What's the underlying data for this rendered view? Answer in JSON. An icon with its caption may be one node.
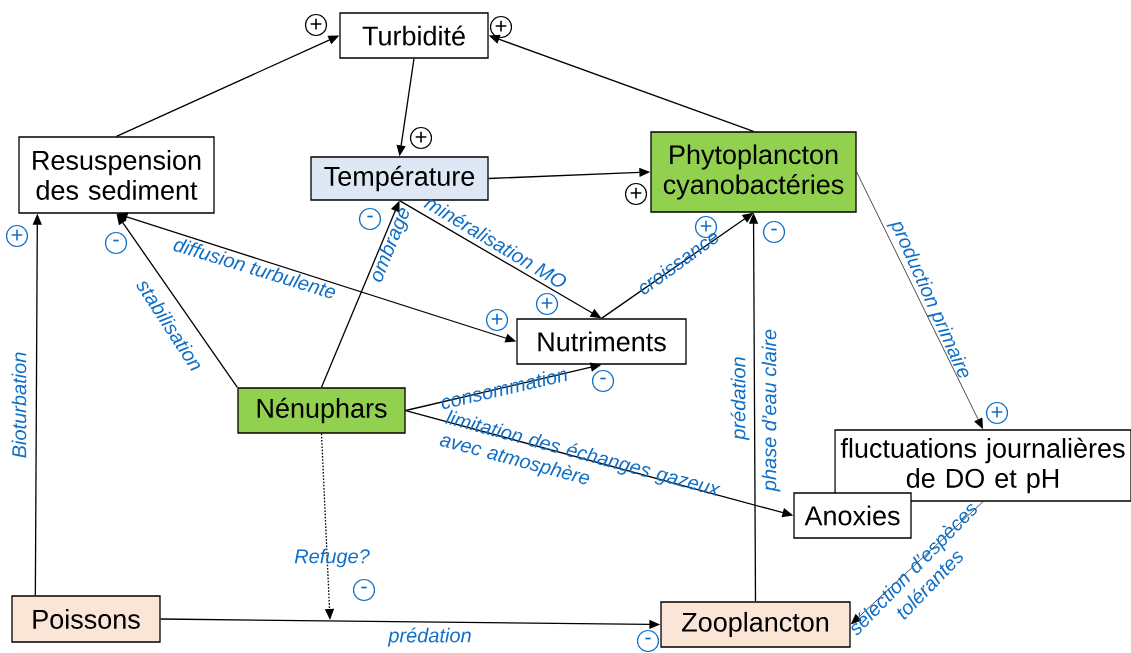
{
  "diagram": {
    "nodes": [
      {
        "text": [
          "Turbidité"
        ]
      },
      {
        "text": [
          "Resuspension des sediment"
        ]
      },
      {
        "text": [
          "Température"
        ]
      },
      {
        "text": [
          "Phytoplancton cyanobactéries"
        ]
      },
      {
        "text": [
          "Nutriments"
        ]
      },
      {
        "text": [
          "Nénuphars"
        ]
      },
      {
        "text": [
          "fluctuations journalières de DO et pH"
        ]
      },
      {
        "text": [
          "Anoxies"
        ]
      },
      {
        "text": [
          "Poissons"
        ]
      },
      {
        "text": [
          "Zooplancton"
        ]
      }
    ],
    "edges": [
      {
        "from": 1,
        "to": 0,
        "arrow": "to"
      },
      {
        "from": 3,
        "to": 0,
        "arrow": "to"
      },
      {
        "from": 0,
        "to": 2,
        "arrow": "to"
      },
      {
        "from": 2,
        "to": 3,
        "arrow": "to"
      },
      {
        "from": 5,
        "to": 1,
        "arrow": "to",
        "label": "stabilisation"
      },
      {
        "from": 4,
        "to": 1,
        "arrow": "both",
        "label": "diffusion turbulente"
      },
      {
        "from": 5,
        "to": 2,
        "arrow": "to",
        "label": "ombrage"
      },
      {
        "from": 2,
        "to": 4,
        "arrow": "to",
        "label": "minéralisation MO"
      },
      {
        "from": 4,
        "to": 3,
        "arrow": "to",
        "label": "croissance"
      },
      {
        "from": 5,
        "to": 4,
        "arrow": "to",
        "label": "consommation"
      },
      {
        "from": 5,
        "to": 7,
        "arrow": "to",
        "label": "limitation des échanges gazeux avec atmosphère"
      },
      {
        "from": 9,
        "to": 3,
        "arrow": "to",
        "label": "prédation"
      },
      {
        "from": 3,
        "to": 6,
        "arrow": "to",
        "label": "production primaire"
      },
      {
        "from": 6,
        "to": 9,
        "arrow": "to",
        "label": "sélection d’espèces tolérantes"
      },
      {
        "from": 8,
        "to": 9,
        "arrow": "to",
        "label": "prédation"
      },
      {
        "from": 8,
        "to": 1,
        "arrow": "to",
        "label": "Bioturbation"
      },
      {
        "from": 5,
        "to": null,
        "arrow": "to",
        "label": "Refuge?",
        "style": "dashed"
      }
    ],
    "labels": [
      "+",
      "+",
      "+",
      "+",
      "-",
      "+",
      "-",
      "+",
      "-",
      "+",
      "+",
      "-",
      "phase d’eau claire",
      "+",
      "-",
      "-"
    ]
  }
}
